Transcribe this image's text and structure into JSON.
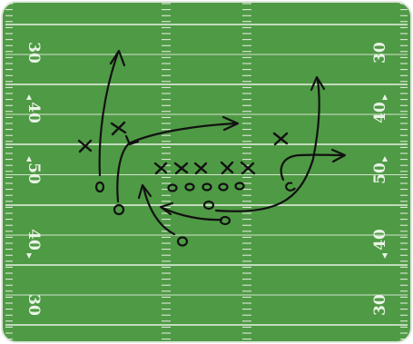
{
  "field": {
    "colors": {
      "turf": "#4f9a45",
      "turf_light": "#5aa64f",
      "line": "#e7f1e3",
      "border": "#dfe6dc",
      "ink": "#111111"
    },
    "yard_numbers": {
      "left_top": "30",
      "left_upper": "40",
      "left_mid": "50",
      "left_lower": "40",
      "left_bottom": "30",
      "right_top": "30",
      "right_upper": "40",
      "right_mid": "50",
      "right_lower": "40",
      "right_bottom": "30"
    }
  },
  "play": {
    "offense_marker": "O",
    "defense_marker": "X"
  }
}
